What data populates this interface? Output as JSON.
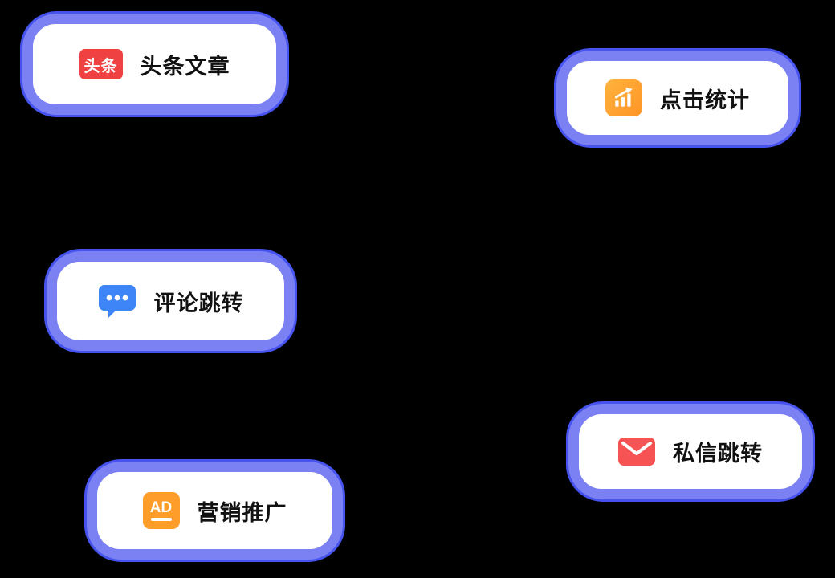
{
  "canvas": {
    "background_color": "#000000"
  },
  "style": {
    "ring_fill": "#7b80f3",
    "ring_border": "#4653ef",
    "card_fill": "#ffffff",
    "label_color": "#111111"
  },
  "nodes": [
    {
      "label": "头条文章",
      "icon": "toutiao-badge-icon",
      "icon_color": "#f04142",
      "badge_text": "头条"
    },
    {
      "label": "点击统计",
      "icon": "bar-chart-icon",
      "icon_color": "#ff9d2b"
    },
    {
      "label": "评论跳转",
      "icon": "comment-bubble-icon",
      "icon_color": "#3e86f7"
    },
    {
      "label": "私信跳转",
      "icon": "envelope-icon",
      "icon_color": "#f65454"
    },
    {
      "label": "营销推广",
      "icon": "ad-badge-icon",
      "icon_color": "#ff9d2b",
      "badge_text": "AD"
    }
  ]
}
